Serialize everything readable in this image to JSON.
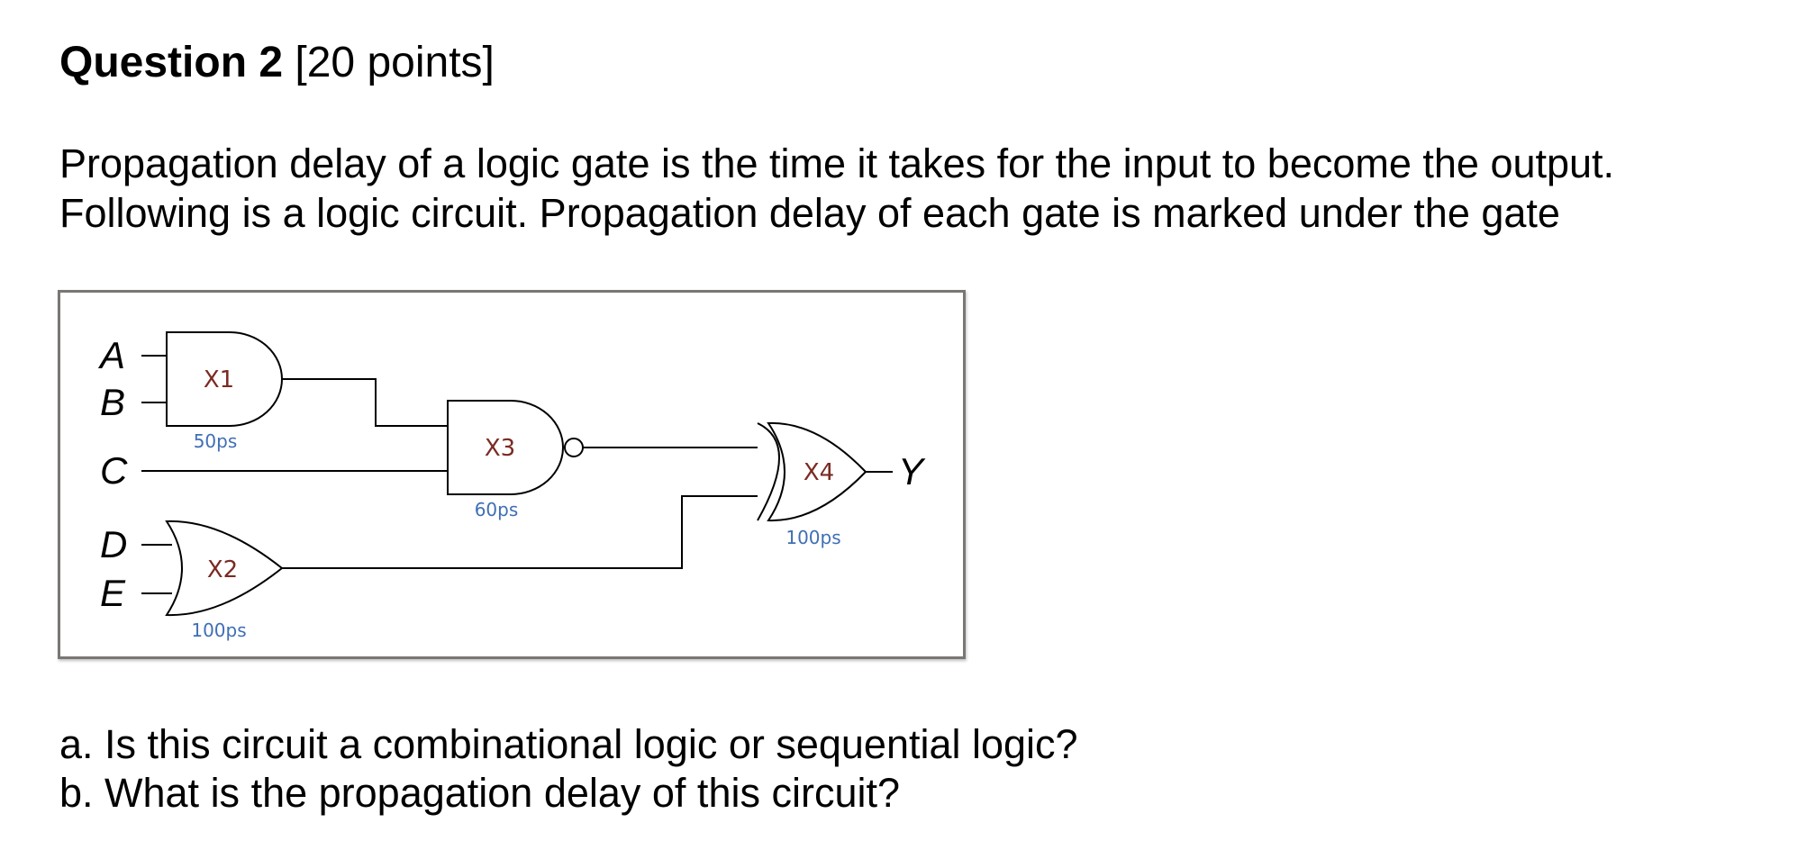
{
  "question": {
    "number_label": "Question 2",
    "points_label": "[20 points]"
  },
  "intro": {
    "line1": "Propagation delay of a logic gate is the time it takes for the input to become the output.",
    "line2": "Following is a logic circuit. Propagation delay of each gate is marked under the gate"
  },
  "circuit": {
    "inputs": [
      "A",
      "B",
      "C",
      "D",
      "E"
    ],
    "output": "Y",
    "gates": [
      {
        "name": "X1",
        "type": "AND",
        "delay": "50ps"
      },
      {
        "name": "X2",
        "type": "OR",
        "delay": "100ps"
      },
      {
        "name": "X3",
        "type": "NAND",
        "delay": "60ps"
      },
      {
        "name": "X4",
        "type": "XOR",
        "delay": "100ps"
      }
    ]
  },
  "questions": {
    "a": "a. Is this circuit a combinational logic or sequential logic?",
    "b": "b. What is the propagation delay of this circuit?"
  },
  "colors": {
    "gate_label": "#7a2b22",
    "delay_label": "#3f6fb5",
    "frame_border": "#7a7673"
  }
}
